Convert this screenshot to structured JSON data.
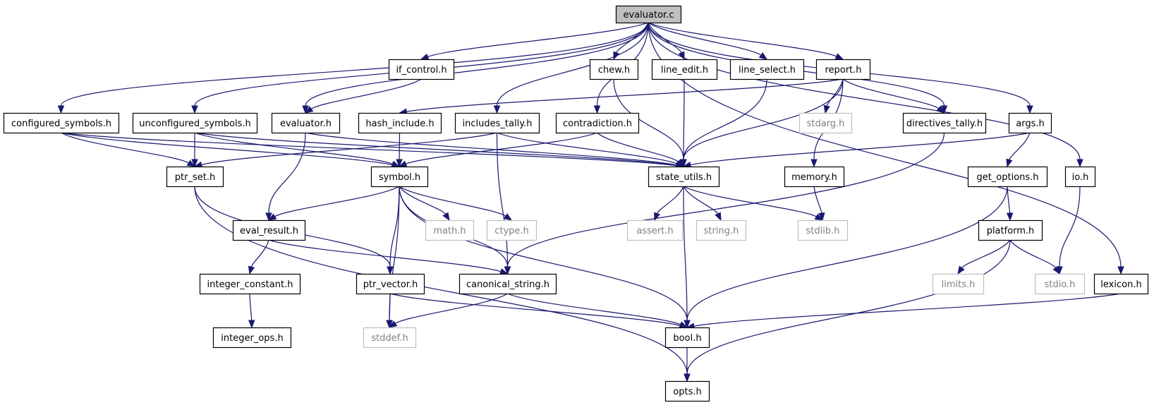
{
  "graph": {
    "title": "evaluator.c",
    "colors": {
      "edge": "#191970",
      "root_fill": "#bfbfbf",
      "node_fill": "#ffffff",
      "node_border": "#000000",
      "external_border": "#bfbfbf",
      "external_text": "#808080"
    },
    "nodes": [
      {
        "id": "evaluator_c",
        "label": "evaluator.c",
        "kind": "root"
      },
      {
        "id": "if_control_h",
        "label": "if_control.h",
        "kind": "local"
      },
      {
        "id": "chew_h",
        "label": "chew.h",
        "kind": "local"
      },
      {
        "id": "line_edit_h",
        "label": "line_edit.h",
        "kind": "local"
      },
      {
        "id": "line_select_h",
        "label": "line_select.h",
        "kind": "local"
      },
      {
        "id": "report_h",
        "label": "report.h",
        "kind": "local"
      },
      {
        "id": "configured_symbols_h",
        "label": "configured_symbols.h",
        "kind": "local"
      },
      {
        "id": "unconfigured_symbols_h",
        "label": "unconfigured_symbols.h",
        "kind": "local"
      },
      {
        "id": "evaluator_h",
        "label": "evaluator.h",
        "kind": "local"
      },
      {
        "id": "hash_include_h",
        "label": "hash_include.h",
        "kind": "local"
      },
      {
        "id": "includes_tally_h",
        "label": "includes_tally.h",
        "kind": "local"
      },
      {
        "id": "contradiction_h",
        "label": "contradiction.h",
        "kind": "local"
      },
      {
        "id": "stdarg_h",
        "label": "stdarg.h",
        "kind": "system"
      },
      {
        "id": "directives_tally_h",
        "label": "directives_tally.h",
        "kind": "local"
      },
      {
        "id": "args_h",
        "label": "args.h",
        "kind": "local"
      },
      {
        "id": "ptr_set_h",
        "label": "ptr_set.h",
        "kind": "local"
      },
      {
        "id": "symbol_h",
        "label": "symbol.h",
        "kind": "local"
      },
      {
        "id": "state_utils_h",
        "label": "state_utils.h",
        "kind": "local"
      },
      {
        "id": "memory_h",
        "label": "memory.h",
        "kind": "local"
      },
      {
        "id": "get_options_h",
        "label": "get_options.h",
        "kind": "local"
      },
      {
        "id": "io_h",
        "label": "io.h",
        "kind": "local"
      },
      {
        "id": "eval_result_h",
        "label": "eval_result.h",
        "kind": "local"
      },
      {
        "id": "math_h",
        "label": "math.h",
        "kind": "system"
      },
      {
        "id": "ctype_h",
        "label": "ctype.h",
        "kind": "system"
      },
      {
        "id": "assert_h",
        "label": "assert.h",
        "kind": "system"
      },
      {
        "id": "string_h",
        "label": "string.h",
        "kind": "system"
      },
      {
        "id": "stdlib_h",
        "label": "stdlib.h",
        "kind": "system"
      },
      {
        "id": "platform_h",
        "label": "platform.h",
        "kind": "local"
      },
      {
        "id": "integer_constant_h",
        "label": "integer_constant.h",
        "kind": "local"
      },
      {
        "id": "ptr_vector_h",
        "label": "ptr_vector.h",
        "kind": "local"
      },
      {
        "id": "canonical_string_h",
        "label": "canonical_string.h",
        "kind": "local"
      },
      {
        "id": "limits_h",
        "label": "limits.h",
        "kind": "system"
      },
      {
        "id": "stdio_h",
        "label": "stdio.h",
        "kind": "system"
      },
      {
        "id": "lexicon_h",
        "label": "lexicon.h",
        "kind": "local"
      },
      {
        "id": "integer_ops_h",
        "label": "integer_ops.h",
        "kind": "local"
      },
      {
        "id": "stddef_h",
        "label": "stddef.h",
        "kind": "system"
      },
      {
        "id": "bool_h",
        "label": "bool.h",
        "kind": "local"
      },
      {
        "id": "opts_h",
        "label": "opts.h",
        "kind": "local"
      }
    ],
    "edges": [
      [
        "evaluator_c",
        "configured_symbols_h"
      ],
      [
        "evaluator_c",
        "unconfigured_symbols_h"
      ],
      [
        "evaluator_c",
        "evaluator_h"
      ],
      [
        "evaluator_c",
        "if_control_h"
      ],
      [
        "evaluator_c",
        "includes_tally_h"
      ],
      [
        "evaluator_c",
        "contradiction_h"
      ],
      [
        "evaluator_c",
        "chew_h"
      ],
      [
        "evaluator_c",
        "line_edit_h"
      ],
      [
        "evaluator_c",
        "line_select_h"
      ],
      [
        "evaluator_c",
        "report_h"
      ],
      [
        "evaluator_c",
        "directives_tally_h"
      ],
      [
        "evaluator_c",
        "args_h"
      ],
      [
        "evaluator_c",
        "io_h"
      ],
      [
        "evaluator_c",
        "lexicon_h"
      ],
      [
        "if_control_h",
        "evaluator_h"
      ],
      [
        "chew_h",
        "state_utils_h"
      ],
      [
        "line_edit_h",
        "state_utils_h"
      ],
      [
        "line_select_h",
        "state_utils_h"
      ],
      [
        "report_h",
        "hash_include_h"
      ],
      [
        "report_h",
        "stdarg_h"
      ],
      [
        "report_h",
        "directives_tally_h"
      ],
      [
        "report_h",
        "state_utils_h"
      ],
      [
        "report_h",
        "memory_h"
      ],
      [
        "configured_symbols_h",
        "ptr_set_h"
      ],
      [
        "configured_symbols_h",
        "symbol_h"
      ],
      [
        "configured_symbols_h",
        "state_utils_h"
      ],
      [
        "unconfigured_symbols_h",
        "ptr_set_h"
      ],
      [
        "unconfigured_symbols_h",
        "symbol_h"
      ],
      [
        "unconfigured_symbols_h",
        "state_utils_h"
      ],
      [
        "evaluator_h",
        "eval_result_h"
      ],
      [
        "evaluator_h",
        "state_utils_h"
      ],
      [
        "hash_include_h",
        "symbol_h"
      ],
      [
        "includes_tally_h",
        "ptr_set_h"
      ],
      [
        "includes_tally_h",
        "state_utils_h"
      ],
      [
        "includes_tally_h",
        "canonical_string_h"
      ],
      [
        "contradiction_h",
        "symbol_h"
      ],
      [
        "contradiction_h",
        "state_utils_h"
      ],
      [
        "directives_tally_h",
        "canonical_string_h"
      ],
      [
        "args_h",
        "state_utils_h"
      ],
      [
        "args_h",
        "get_options_h"
      ],
      [
        "ptr_set_h",
        "ptr_vector_h"
      ],
      [
        "ptr_set_h",
        "opts_h"
      ],
      [
        "symbol_h",
        "eval_result_h"
      ],
      [
        "symbol_h",
        "math_h"
      ],
      [
        "symbol_h",
        "ctype_h"
      ],
      [
        "symbol_h",
        "ptr_vector_h"
      ],
      [
        "symbol_h",
        "canonical_string_h"
      ],
      [
        "symbol_h",
        "stddef_h"
      ],
      [
        "symbol_h",
        "bool_h"
      ],
      [
        "state_utils_h",
        "assert_h"
      ],
      [
        "state_utils_h",
        "string_h"
      ],
      [
        "state_utils_h",
        "stdlib_h"
      ],
      [
        "state_utils_h",
        "bool_h"
      ],
      [
        "memory_h",
        "stdlib_h"
      ],
      [
        "get_options_h",
        "platform_h"
      ],
      [
        "get_options_h",
        "bool_h"
      ],
      [
        "io_h",
        "stdio_h"
      ],
      [
        "eval_result_h",
        "integer_constant_h"
      ],
      [
        "eval_result_h",
        "canonical_string_h"
      ],
      [
        "platform_h",
        "limits_h"
      ],
      [
        "platform_h",
        "stdio_h"
      ],
      [
        "platform_h",
        "opts_h"
      ],
      [
        "integer_constant_h",
        "integer_ops_h"
      ],
      [
        "ptr_vector_h",
        "stddef_h"
      ],
      [
        "ptr_vector_h",
        "bool_h"
      ],
      [
        "canonical_string_h",
        "stddef_h"
      ],
      [
        "canonical_string_h",
        "bool_h"
      ],
      [
        "lexicon_h",
        "bool_h"
      ],
      [
        "bool_h",
        "opts_h"
      ]
    ]
  }
}
